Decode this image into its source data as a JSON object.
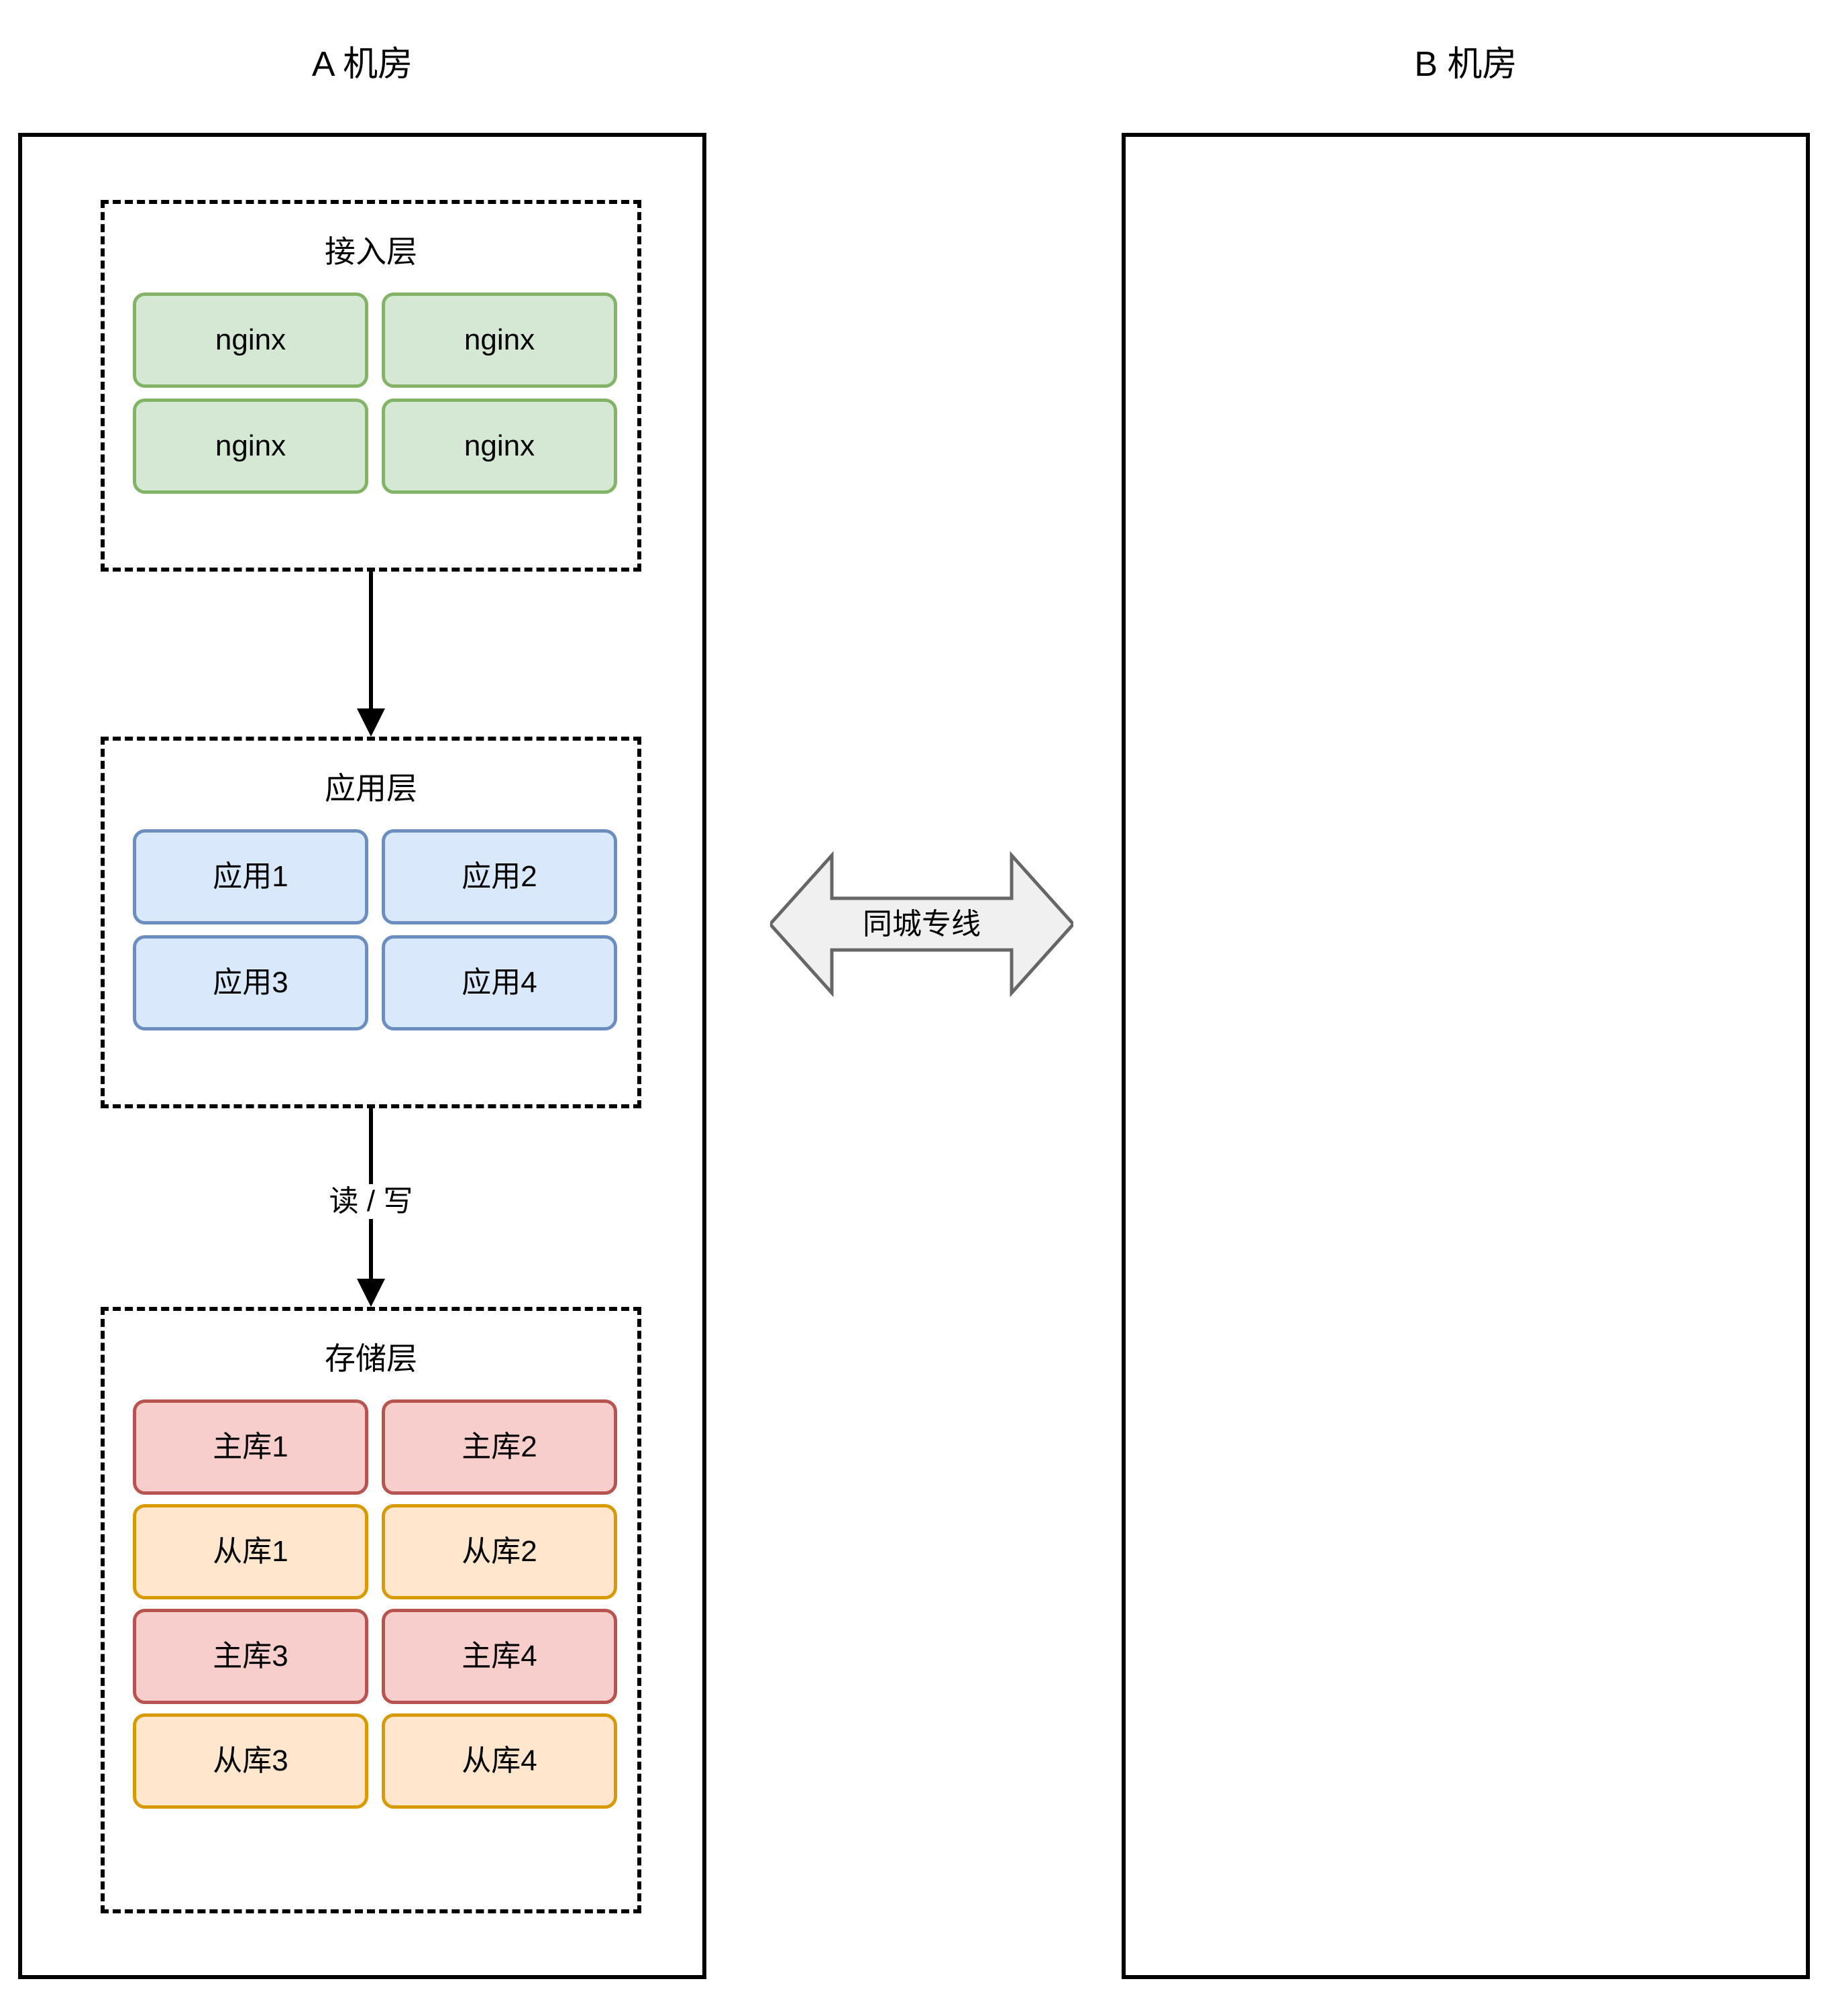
{
  "diagram": {
    "type": "architecture-diagram",
    "datacenters": [
      {
        "id": "a",
        "title": "A 机房",
        "layers": [
          {
            "id": "access",
            "title": "接入层",
            "node_style": "green",
            "nodes": [
              "nginx",
              "nginx",
              "nginx",
              "nginx"
            ]
          },
          {
            "id": "app",
            "title": "应用层",
            "node_style": "blue",
            "nodes": [
              "应用1",
              "应用2",
              "应用3",
              "应用4"
            ]
          },
          {
            "id": "storage",
            "title": "存储层",
            "node_style": "mixed",
            "nodes": [
              {
                "label": "主库1",
                "style": "red"
              },
              {
                "label": "主库2",
                "style": "red"
              },
              {
                "label": "从库1",
                "style": "orange"
              },
              {
                "label": "从库2",
                "style": "orange"
              },
              {
                "label": "主库3",
                "style": "red"
              },
              {
                "label": "主库4",
                "style": "red"
              },
              {
                "label": "从库3",
                "style": "orange"
              },
              {
                "label": "从库4",
                "style": "orange"
              }
            ]
          }
        ]
      },
      {
        "id": "b",
        "title": "B 机房",
        "layers": []
      }
    ],
    "connectors": [
      {
        "id": "access-to-app",
        "from": "接入层",
        "to": "应用层",
        "label": "",
        "direction": "down"
      },
      {
        "id": "app-to-storage",
        "from": "应用层",
        "to": "存储层",
        "label": "读 / 写",
        "direction": "down"
      },
      {
        "id": "dc-a-to-dc-b",
        "from": "A 机房",
        "to": "B 机房",
        "label": "同城专线",
        "direction": "bidirectional"
      }
    ],
    "colors": {
      "green_fill": "#d5e8d4",
      "green_stroke": "#82b366",
      "blue_fill": "#dae8fc",
      "blue_stroke": "#6c8ebf",
      "red_fill": "#f8cecc",
      "red_stroke": "#b85450",
      "orange_fill": "#ffe6cc",
      "orange_stroke": "#d79b00",
      "link_fill": "#f0f0f0",
      "link_stroke": "#666666",
      "outline": "#000000",
      "background": "#ffffff"
    }
  }
}
